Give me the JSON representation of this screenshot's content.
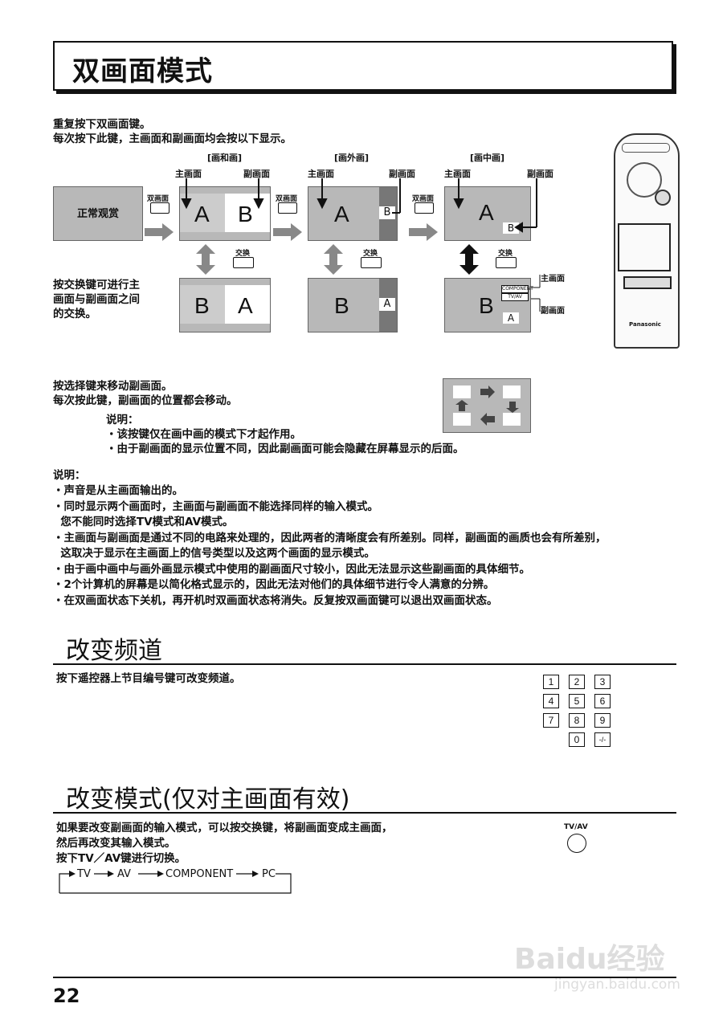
{
  "title": "双画面模式",
  "intro": [
    "重复按下双画面键。",
    "每次按下此键，主画面和副画面均会按以下显示。"
  ],
  "modes": [
    "[画和画]",
    "[画外画]",
    "[画中画]"
  ],
  "labels": {
    "main": "主画面",
    "sub": "副画面",
    "dual": "双画面",
    "swap": "交换",
    "normal": "正常观赏",
    "component": "COMPONENT",
    "tvav": "TV/AV"
  },
  "letters": {
    "a": "A",
    "b": "B"
  },
  "swap_text": [
    "按交换键可进行主",
    "画面与副画面之间",
    "的交换。"
  ],
  "select_text": [
    "按选择键来移动副画面。",
    "每次按此键，副画面的位置都会移动。"
  ],
  "select_note_title": "说明：",
  "select_notes": [
    "・该按键仅在画中画的模式下才起作用。",
    "・由于副画面的显示位置不同，因此副画面可能会隐藏在屏幕显示的后面。"
  ],
  "notes_title": "说明：",
  "notes": [
    "・声音是从主画面输出的。",
    "・同时显示两个画面时，主画面与副画面不能选择同样的输入模式。",
    "  您不能同时选择TV模式和AV模式。",
    "・主画面与副画面是通过不同的电路来处理的，因此两者的清晰度会有所差别。同样，副画面的画质也会有所差别，",
    "  这取决于显示在主画面上的信号类型以及这两个画面的显示模式。",
    "・由于画中画中与画外画显示模式中使用的副画面尺寸较小，因此无法显示这些副画面的具体细节。",
    "・2个计算机的屏幕是以简化格式显示的，因此无法对他们的具体细节进行令人满意的分辨。",
    "・在双画面状态下关机，再开机时双画面状态将消失。反复按双画面键可以退出双画面状态。"
  ],
  "section2": {
    "heading": "改变频道",
    "text": "按下遥控器上节目编号键可改变频道。",
    "keys": [
      "1",
      "2",
      "3",
      "4",
      "5",
      "6",
      "7",
      "8",
      "9",
      "0",
      "-/-"
    ]
  },
  "section3": {
    "heading": "改变模式(仅对主画面有效)",
    "text": [
      "如果要改变副画面的输入模式，可以按交换键，将副画面变成主画面，",
      "然后再改变其输入模式。",
      "按下TV／AV键进行切换。"
    ],
    "button_label": "TV/AV",
    "cycle": [
      "TV",
      "AV",
      "COMPONENT",
      "PC"
    ]
  },
  "remote_brand": "Panasonic",
  "page_number": "22",
  "watermark": {
    "brand": "Baidu经验",
    "url": "jingyan.baidu.com"
  }
}
